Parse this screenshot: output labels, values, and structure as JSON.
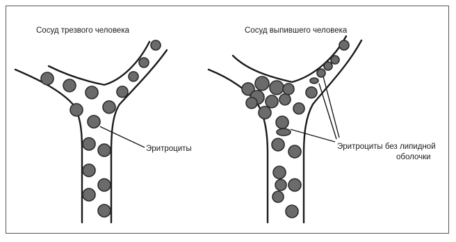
{
  "diagram": {
    "panels": [
      {
        "title": "Сосуд трезвого человека",
        "label": "Эритроциты"
      },
      {
        "title": "Сосуд выпившего человека",
        "label_line1": "Эритроциты без липидной",
        "label_line2": "оболочки"
      }
    ]
  }
}
